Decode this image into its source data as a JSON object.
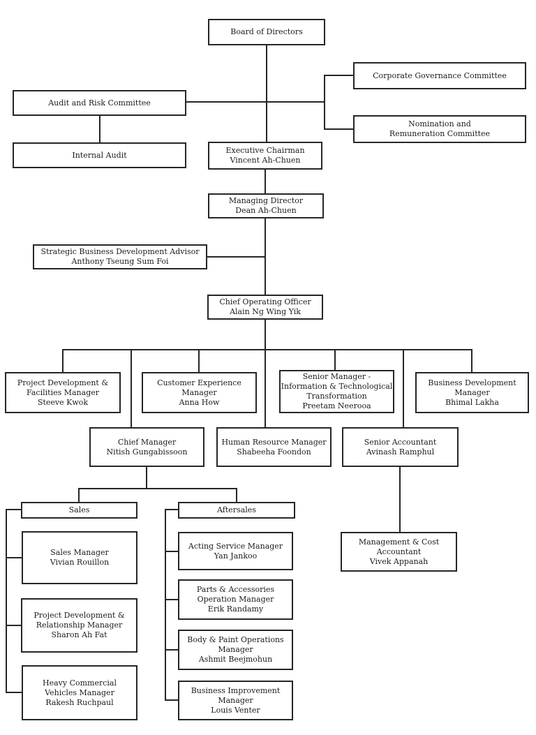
{
  "diagram": {
    "type": "org-chart",
    "colors": {
      "box_fill": "#ffffff",
      "box_border": "#262626",
      "line": "#262626",
      "text": "#1c1c1c",
      "background": "#ffffff"
    },
    "nodes": {
      "board": {
        "lines": [
          "Board of Directors"
        ]
      },
      "corporate_governance": {
        "lines": [
          "Corporate Governance Committee"
        ]
      },
      "audit_risk": {
        "lines": [
          "Audit and Risk Committee"
        ]
      },
      "nomination_remuneration": {
        "lines": [
          "Nomination and",
          "Remuneration Committee"
        ]
      },
      "internal_audit": {
        "lines": [
          "Internal Audit"
        ]
      },
      "exec_chairman": {
        "lines": [
          "Executive Chairman",
          "Vincent Ah-Chuen"
        ]
      },
      "managing_director": {
        "lines": [
          "Managing Director",
          "Dean Ah-Chuen"
        ]
      },
      "strategic_advisor": {
        "lines": [
          "Strategic Business Development Advisor",
          "Anthony Tseung Sum Foi"
        ]
      },
      "coo": {
        "lines": [
          "Chief Operating Officer",
          "Alain Ng Wing Yik"
        ]
      },
      "proj_dev_facilities": {
        "lines": [
          "Project Development &",
          "Facilities Manager",
          "Steeve Kwok"
        ]
      },
      "customer_experience": {
        "lines": [
          "Customer Experience",
          "Manager",
          "Anna How"
        ]
      },
      "senior_manager_it": {
        "lines": [
          "Senior Manager -",
          "Information & Technological",
          "Transformation",
          "Preetam Neerooa"
        ]
      },
      "business_dev": {
        "lines": [
          "Business Development",
          "Manager",
          "Bhimal Lakha"
        ]
      },
      "chief_manager": {
        "lines": [
          "Chief Manager",
          "Nitish Gungabissoon"
        ]
      },
      "hr_manager": {
        "lines": [
          "Human Resource Manager",
          "Shabeeha Foondon"
        ]
      },
      "senior_accountant": {
        "lines": [
          "Senior Accountant",
          "Avinash Ramphul"
        ]
      },
      "mgmt_cost_accountant": {
        "lines": [
          "Management & Cost",
          "Accountant",
          "Vivek Appanah"
        ]
      },
      "sales": {
        "lines": [
          "Sales"
        ]
      },
      "aftersales": {
        "lines": [
          "Aftersales"
        ]
      },
      "sales_manager": {
        "lines": [
          "Sales Manager",
          "Vivian Rouillon"
        ]
      },
      "proj_dev_relationship": {
        "lines": [
          "Project Development &",
          "Relationship Manager",
          "Sharon Ah Fat"
        ]
      },
      "heavy_commercial": {
        "lines": [
          "Heavy Commercial",
          "Vehicles Manager",
          "Rakesh Ruchpaul"
        ]
      },
      "acting_service": {
        "lines": [
          "Acting Service Manager",
          "Yan Jankoo"
        ]
      },
      "parts_accessories": {
        "lines": [
          "Parts & Accessories",
          "Operation Manager",
          "Erik Randamy"
        ]
      },
      "body_paint": {
        "lines": [
          "Body & Paint Operations",
          "Manager",
          "Ashmit Beejmohun"
        ]
      },
      "business_improvement": {
        "lines": [
          "Business Improvement",
          "Manager",
          "Louis Venter"
        ]
      }
    },
    "edges": [
      [
        "board",
        "exec_chairman"
      ],
      [
        "audit_risk",
        "corporate_governance"
      ],
      [
        "audit_risk",
        "nomination_remuneration"
      ],
      [
        "audit_risk",
        "internal_audit"
      ],
      [
        "exec_chairman",
        "managing_director"
      ],
      [
        "managing_director",
        "strategic_advisor"
      ],
      [
        "managing_director",
        "coo"
      ],
      [
        "coo",
        "proj_dev_facilities"
      ],
      [
        "coo",
        "customer_experience"
      ],
      [
        "coo",
        "senior_manager_it"
      ],
      [
        "coo",
        "business_dev"
      ],
      [
        "coo",
        "chief_manager"
      ],
      [
        "coo",
        "hr_manager"
      ],
      [
        "coo",
        "senior_accountant"
      ],
      [
        "chief_manager",
        "sales"
      ],
      [
        "chief_manager",
        "aftersales"
      ],
      [
        "senior_accountant",
        "mgmt_cost_accountant"
      ],
      [
        "sales",
        "sales_manager"
      ],
      [
        "sales",
        "proj_dev_relationship"
      ],
      [
        "sales",
        "heavy_commercial"
      ],
      [
        "aftersales",
        "acting_service"
      ],
      [
        "aftersales",
        "parts_accessories"
      ],
      [
        "aftersales",
        "body_paint"
      ],
      [
        "aftersales",
        "business_improvement"
      ]
    ]
  }
}
